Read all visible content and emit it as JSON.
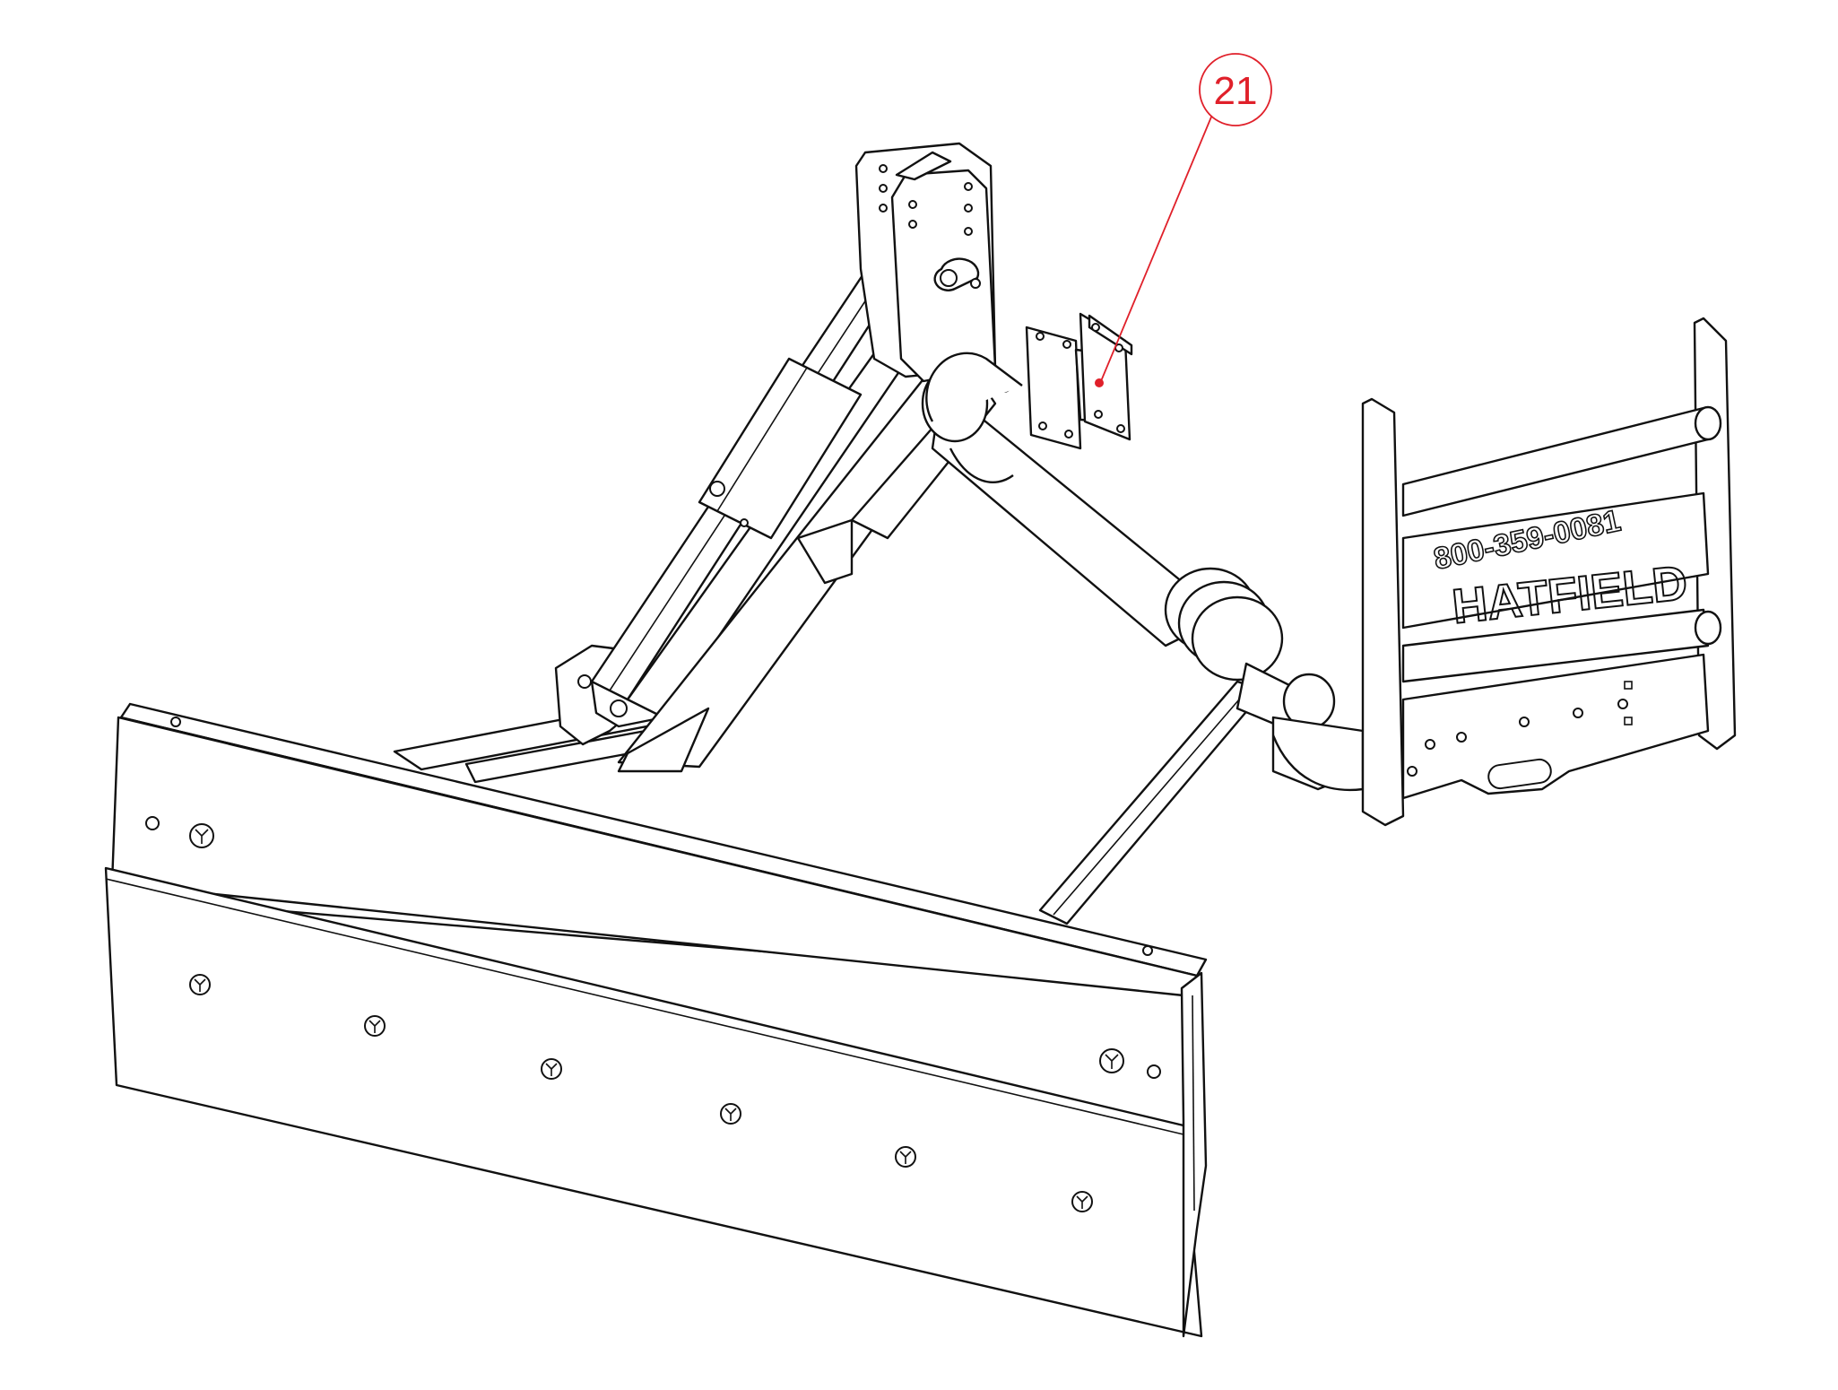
{
  "callout": {
    "number": "21",
    "color": "#e0202a"
  },
  "branding": {
    "phone": "800-359-0081",
    "name": "HATFIELD"
  },
  "line_color": "#111111",
  "icons": [
    "bolt-icon",
    "hole-icon"
  ]
}
